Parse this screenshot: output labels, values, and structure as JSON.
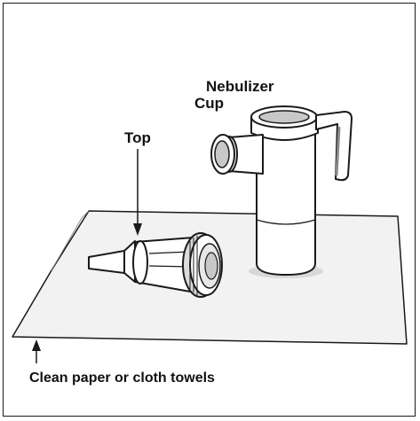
{
  "labels": {
    "nebulizer_cup_line1": "Nebulizer",
    "nebulizer_cup_line2": "Cup",
    "top": "Top",
    "towels": "Clean paper or cloth towels"
  },
  "colors": {
    "outline": "#1a1a1a",
    "towel_fill": "#f2f2f2",
    "part_fill": "#ffffff",
    "shade": "#c8c8c8",
    "dark_shade": "#8a8a8a"
  }
}
